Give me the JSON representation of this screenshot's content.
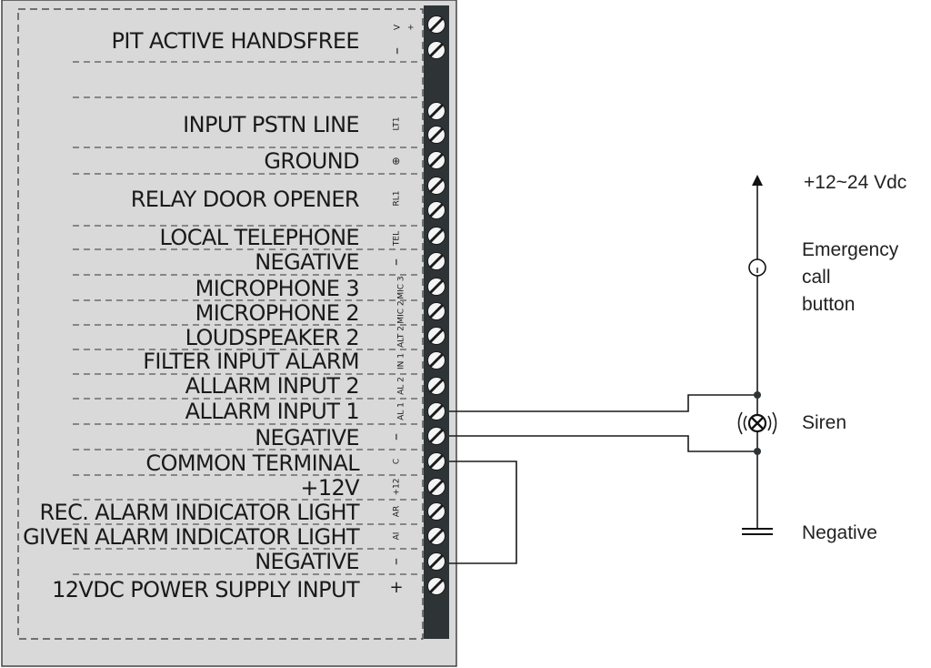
{
  "colors": {
    "panel": "#d9d9d9",
    "terminal_strip": "#2e3436",
    "wire": "#1a1a1a",
    "background": "#ffffff"
  },
  "terminals": [
    {
      "label": "PIT ACTIVE HANDSFREE",
      "codes": [
        "V",
        "+",
        "–"
      ]
    },
    {
      "label": "INPUT PSTN LINE",
      "codes": [
        "LT1"
      ]
    },
    {
      "label": "GROUND",
      "codes": [
        "⊕"
      ]
    },
    {
      "label": "RELAY DOOR OPENER",
      "codes": [
        "RL1"
      ]
    },
    {
      "label": "LOCAL TELEPHONE",
      "codes": [
        "TEL"
      ]
    },
    {
      "label": "NEGATIVE",
      "codes": [
        "–"
      ]
    },
    {
      "label": "MICROPHONE 3",
      "codes": [
        "MIC 3"
      ]
    },
    {
      "label": "MICROPHONE 2",
      "codes": [
        "MIC 2"
      ]
    },
    {
      "label": "LOUDSPEAKER 2",
      "codes": [
        "ALT 2"
      ]
    },
    {
      "label": "FILTER INPUT ALARM",
      "codes": [
        "IN 1"
      ]
    },
    {
      "label": "ALLARM INPUT 2",
      "codes": [
        "AL 2"
      ]
    },
    {
      "label": "ALLARM INPUT 1",
      "codes": [
        "AL 1"
      ]
    },
    {
      "label": "NEGATIVE",
      "codes": [
        "–"
      ]
    },
    {
      "label": "COMMON TERMINAL",
      "codes": [
        "C"
      ]
    },
    {
      "label": "+12V",
      "codes": [
        "+12"
      ]
    },
    {
      "label": "REC. ALARM INDICATOR LIGHT",
      "codes": [
        "AR"
      ]
    },
    {
      "label": "GIVEN ALARM INDICATOR LIGHT",
      "codes": [
        "AI"
      ]
    },
    {
      "label": "NEGATIVE",
      "codes": [
        "–"
      ]
    },
    {
      "label": "12VDC POWER SUPPLY INPUT",
      "codes": [
        "+"
      ]
    }
  ],
  "circuit": {
    "supply_label": "+12~24 Vdc",
    "button_label_lines": [
      "Emergency",
      "call",
      "button"
    ],
    "siren_label": "Siren",
    "ground_label": "Negative"
  }
}
